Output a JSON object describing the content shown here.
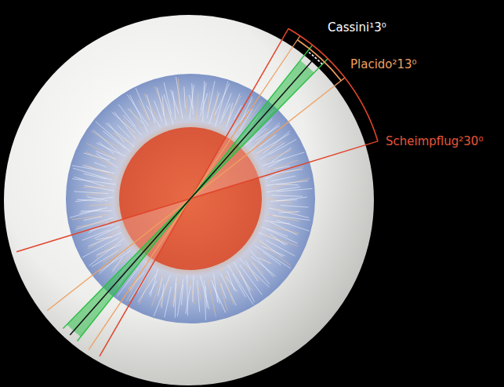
{
  "diagram": {
    "labels": [
      "Cassini¹3⁰",
      "Placido²13⁰",
      "Scheimpflug²30⁰"
    ]
  }
}
